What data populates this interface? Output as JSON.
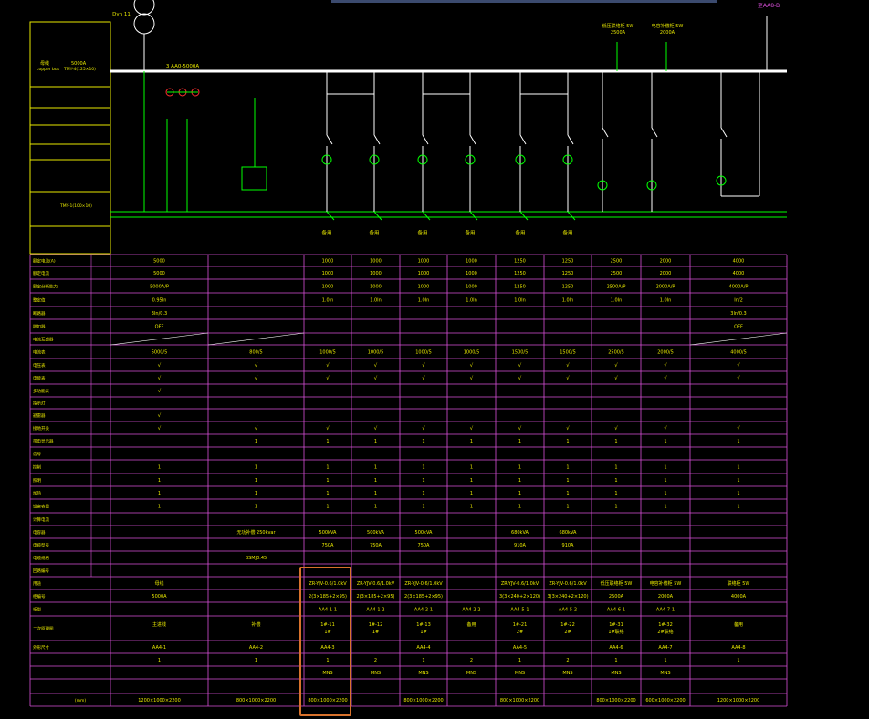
{
  "diagram": {
    "colors": {
      "background": "#000000",
      "grid": "#d94fd9",
      "line": "#ffffff",
      "symbol": "#00ff00",
      "text": "#e8e800",
      "alarm": "#ff3030",
      "selection": "#d9722c"
    },
    "header_labels": {
      "top_right": "至AA8-B",
      "top_left": "Dyn 11",
      "left_panel_1": "母线",
      "left_panel_2": "copper bus",
      "left_panel_3": "5000A",
      "left_panel_4": "TMY-4(125×10)",
      "busbar_label": "3 AA0-5000A",
      "pe_bus_label": "TMY-1(100×10)"
    },
    "feeder_labels": [
      "备用",
      "备用",
      "备用",
      "备用",
      "备用",
      "备用"
    ],
    "incoming_labels": [
      {
        "top": "低压联络柜 5W",
        "bottom": "2500A"
      },
      {
        "top": "电容补偿柜 5W",
        "bottom": "2000A"
      }
    ],
    "schedule": {
      "row_labels": [
        "额定电流(A)",
        "额定电流",
        "额定分断能力",
        "整定值",
        "断路器",
        "脱扣器",
        "电流互感器",
        "电流表",
        "电压表",
        "电能表",
        "多功能表",
        "指示灯",
        "避雷器",
        "接地开关",
        "带电显示器",
        "信号",
        "控制",
        "照明",
        "加热",
        "设备容量",
        "计算电流",
        "电容器",
        "电缆型号",
        "电缆规格",
        "回路编号",
        "用途",
        "柜编号",
        "柜型",
        "二次原理图",
        "外形尺寸"
      ],
      "col_rated": [
        "5000",
        "",
        "1000",
        "1000",
        "1000",
        "1000",
        "1250",
        "1250",
        "2500",
        "2000",
        "4000"
      ],
      "col_breaker": [
        "5000A/P",
        "",
        "1000",
        "1000",
        "1000",
        "1000",
        "1250",
        "1250",
        "2500A/P",
        "2000A/P",
        "4000A/P"
      ],
      "col_setting": [
        "0.95In",
        "",
        "1.0In",
        "1.0In",
        "1.0In",
        "1.0In",
        "1.0In",
        "1.0In",
        "1.0In",
        "1.0In",
        "In/2"
      ],
      "col_trip": [
        "3In/0.3",
        "",
        "",
        "",
        "",
        "",
        "",
        "",
        "",
        "",
        "3In/0.3"
      ],
      "col_off": [
        "OFF",
        "",
        "",
        "",
        "",
        "",
        "",
        "",
        "",
        "",
        "OFF"
      ],
      "col_ct": [
        "5000/5",
        "800/5",
        "1000/5",
        "1000/5",
        "1000/5",
        "1000/5",
        "1500/5",
        "1500/5",
        "2500/5",
        "2000/5",
        "4000/5"
      ],
      "col_capacity": [
        "",
        "无功补偿 250kvar",
        "500kVA",
        "500kVA",
        "500kVA",
        "",
        "680kVA",
        "680kVA",
        "",
        "",
        ""
      ],
      "col_current": [
        "",
        "",
        "750A",
        "750A",
        "750A",
        "",
        "910A",
        "910A",
        "",
        "",
        ""
      ],
      "capacitor_note": "BSMJ0.45",
      "col_cable_type": [
        "母线",
        "",
        "ZR-YJV-0.6/1.0kV",
        "ZR-YJV-0.6/1.0kV",
        "ZR-YJV-0.6/1.0kV",
        "",
        "ZR-YJV-0.6/1.0kV",
        "ZR-YJV-0.6/1.0kV",
        "低压联络柜 5W",
        "电容补偿柜 5W",
        "联络柜 5W"
      ],
      "col_cable_spec": [
        "5000A",
        "",
        "2(3×185+2×95)",
        "2(3×185+2×95)",
        "2(3×185+2×95)",
        "",
        "3(3×240+2×120)",
        "3(3×240+2×120)",
        "2500A",
        "2000A",
        "4000A"
      ],
      "col_circuit": [
        "",
        "",
        "AA4-1-1",
        "AA4-1-2",
        "AA4-2-1",
        "AA4-2-2",
        "AA4-5-1",
        "AA4-5-2",
        "AA4-6-1",
        "AA4-7-1",
        ""
      ],
      "col_use_1": [
        "主进线",
        "补偿",
        "1#-11",
        "1#-12",
        "1#-13",
        "备用",
        "1#-21",
        "1#-22",
        "1#-31",
        "1#-32",
        "备用"
      ],
      "col_use_2": [
        "",
        "",
        "1#",
        "1#",
        "1#",
        "",
        "2#",
        "2#",
        "1#联络",
        "2#联络",
        ""
      ],
      "col_cabinet": [
        "AA4-1",
        "AA4-2",
        "AA4-3",
        "",
        "AA4-4",
        "",
        "AA4-5",
        "",
        "AA4-6",
        "AA4-7",
        "AA4-8"
      ],
      "col_count": [
        "1",
        "1",
        "1",
        "2",
        "1",
        "2",
        "1",
        "2",
        "1",
        "1",
        "1"
      ],
      "col_model": [
        "",
        "",
        "MNS",
        "MNS",
        "MNS",
        "MNS",
        "MNS",
        "MNS",
        "MNS",
        "MNS",
        ""
      ],
      "col_size": [
        "1200×1000×2200",
        "800×1000×2200",
        "800×1000×2200",
        "",
        "800×1000×2200",
        "",
        "800×1000×2200",
        "",
        "800×1000×2200",
        "600×1000×2200",
        "1200×1000×2200"
      ],
      "unit_label": "(mm)"
    }
  }
}
